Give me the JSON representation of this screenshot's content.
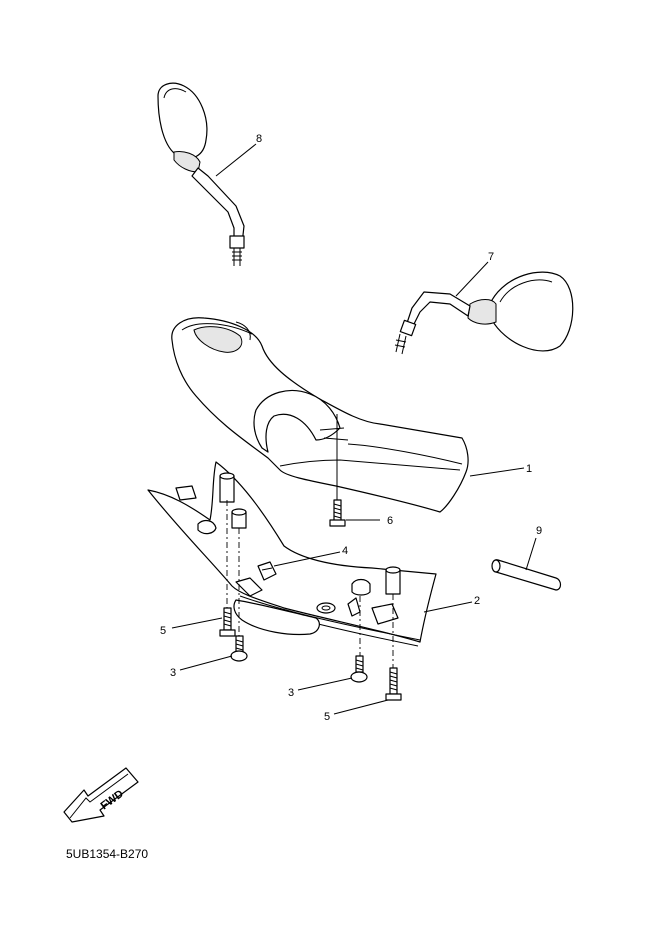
{
  "callouts": {
    "c1": "1",
    "c2": "2",
    "c3a": "3",
    "c3b": "3",
    "c4": "4",
    "c5a": "5",
    "c5b": "5",
    "c6": "6",
    "c7": "7",
    "c8": "8",
    "c9": "9"
  },
  "fwd_label": "FWD",
  "diagram_code": "5UB1354-B270"
}
